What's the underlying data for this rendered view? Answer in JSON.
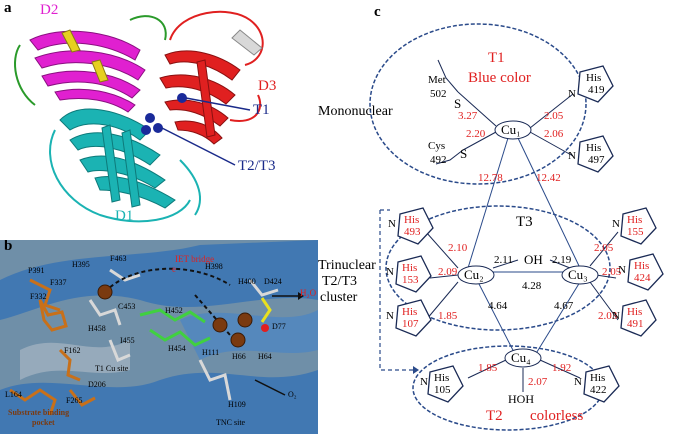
{
  "panel_a": {
    "letter": "a",
    "domain_labels": {
      "d1": "D1",
      "d2": "D2",
      "d3": "D3"
    },
    "site_labels": {
      "t1": "T1",
      "t23": "T2/T3"
    },
    "colors": {
      "d1": "#1bb3b3",
      "d2": "#e020d0",
      "d3": "#e02020",
      "site_label": "#1a2a8a"
    }
  },
  "panel_b": {
    "letter": "b",
    "labels": {
      "p391": "P391",
      "h395": "H395",
      "f463": "F463",
      "ietbridge": "IET bridge",
      "e": "e",
      "h398": "H398",
      "h400": "H400",
      "d424": "D424",
      "h2o": "H₂O",
      "f337": "F337",
      "f332": "F332",
      "c453": "C453",
      "h452": "H452",
      "h458": "H458",
      "i455": "I455",
      "h454": "H454",
      "h111": "H111",
      "h66": "H66",
      "h64": "H64",
      "d77": "D77",
      "f162": "F162",
      "t1site": "T1 Cu site",
      "o2": "O₂",
      "d206": "D206",
      "l164": "L164",
      "f265": "F265",
      "h109": "H109",
      "substrate1": "Substrate binding",
      "substrate2": "pocket",
      "tnc": "TNC site"
    }
  },
  "panel_c": {
    "letter": "c",
    "side_labels": {
      "mononuclear": "Mononuclear",
      "tri1": "Trinuclear",
      "tri2": "T2/T3",
      "tri3": "cluster"
    },
    "t1": {
      "title": "T1",
      "subtitle": "Blue color",
      "center": "Cu₁",
      "met": "Met",
      "met_num": "502",
      "cys": "Cys",
      "cys_num": "492",
      "s": "S",
      "d_met": "3.27",
      "d_cys": "2.20",
      "d_419": "2.05",
      "d_497": "2.06",
      "his419": "419",
      "his497": "497"
    },
    "links": {
      "cu1_cu2": "12.78",
      "cu1_cu3": "12.42"
    },
    "t3": {
      "title": "T3",
      "oh": "OH",
      "cu2": "Cu₂",
      "cu3": "Cu₃",
      "d_oh2": "2.11",
      "d_oh3": "2.19",
      "d_cu2cu3": "4.28",
      "d_cu2cu4": "4.64",
      "d_cu3cu4": "4.67",
      "d_493": "2.10",
      "d_153": "2.09",
      "d_107": "1.85",
      "d_155": "2.05",
      "d_424": "2.05",
      "d_491": "2.03"
    },
    "t2": {
      "title": "T2",
      "subtitle": "colorless",
      "center": "Cu₄",
      "hoh": "HOH",
      "d_105": "1.85",
      "d_422": "1.92",
      "d_hoh": "2.07"
    },
    "his": {
      "word": "His",
      "n": "N",
      "n493": "493",
      "n153": "153",
      "n107": "107",
      "n155": "155",
      "n424": "424",
      "n491": "491",
      "n105": "105",
      "n422": "422"
    },
    "colors": {
      "red": "#e02020",
      "dark": "#1a2a55",
      "line": "#2a4a8a"
    }
  }
}
